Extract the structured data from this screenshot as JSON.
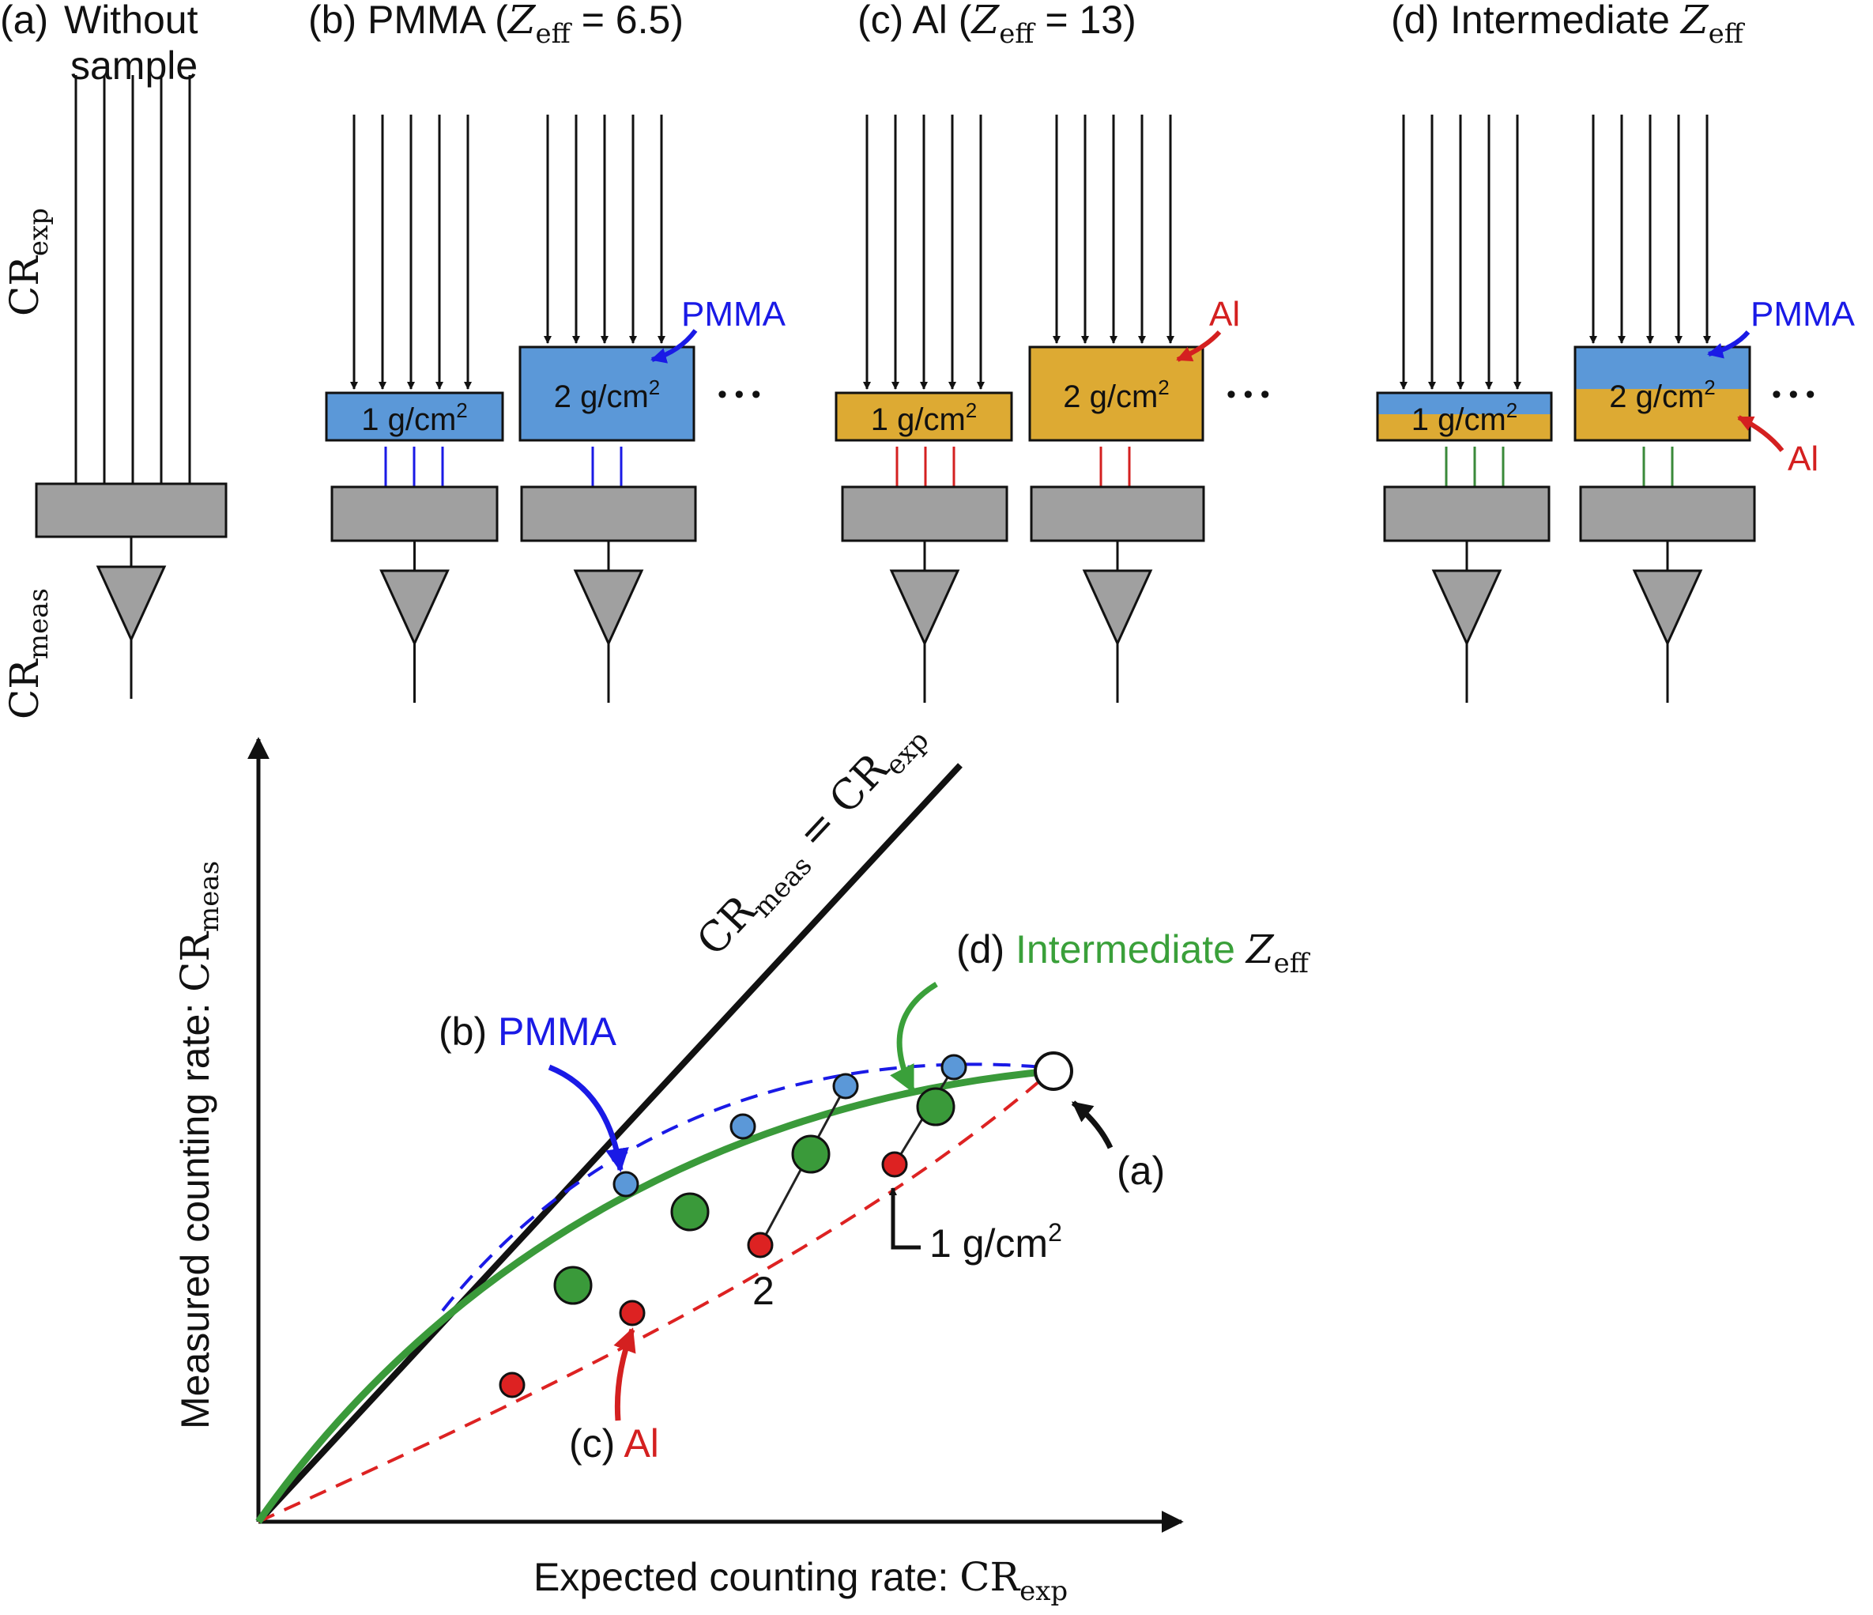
{
  "panels": {
    "a": {
      "label": "(a)",
      "title_line1": "Without",
      "title_line2": "sample"
    },
    "b": {
      "title": "(b) PMMA (",
      "z": "Z",
      "zsub": "eff",
      "zval": " = 6.5)"
    },
    "c": {
      "title": "(c) Al (",
      "z": "Z",
      "zsub": "eff",
      "zval": " = 13)"
    },
    "d": {
      "title": "(d) Intermediate ",
      "z": "Z",
      "zsub": "eff"
    }
  },
  "side_labels": {
    "cr": "CR",
    "exp_sub": "exp",
    "meas_sub": "meas"
  },
  "samples": {
    "one": "1 g/cm",
    "two": "2 g/cm",
    "sup": "2",
    "ellipsis": "• • •",
    "pmma_label": "PMMA",
    "al_label": "Al"
  },
  "plot": {
    "xlabel": "Expected counting rate: ",
    "ylabel": "Measured counting rate: ",
    "identity_label_cr1": "CR",
    "identity_sub1": "meas",
    "identity_eq": " = ",
    "identity_label_cr2": "CR",
    "identity_sub2": "exp",
    "ann_b": "(b) ",
    "ann_b_text": "PMMA",
    "ann_c": "(c) ",
    "ann_c_text": "Al",
    "ann_d": "(d) ",
    "ann_d_text": "Intermediate ",
    "ann_d_z": "Z",
    "ann_d_zsub": "eff",
    "ann_a": "(a)",
    "ann_1g": "1 g/cm",
    "ann_1g_sup": "2",
    "ann_2": "2"
  },
  "colors": {
    "pmma_fill": "#5b98d8",
    "al_fill": "#ddaa33",
    "blue_arrow": "#1a1ae6",
    "red_arrow": "#d42020",
    "green_arrow": "#3a8a3a",
    "detector": "#a0a0a0",
    "pmma_text": "#1a1ae6",
    "al_text": "#d42020",
    "green_text": "#3aa03a",
    "green_curve": "#3a9a3a",
    "red_dot": "#dd2222",
    "blue_dot": "#5b98d8"
  }
}
